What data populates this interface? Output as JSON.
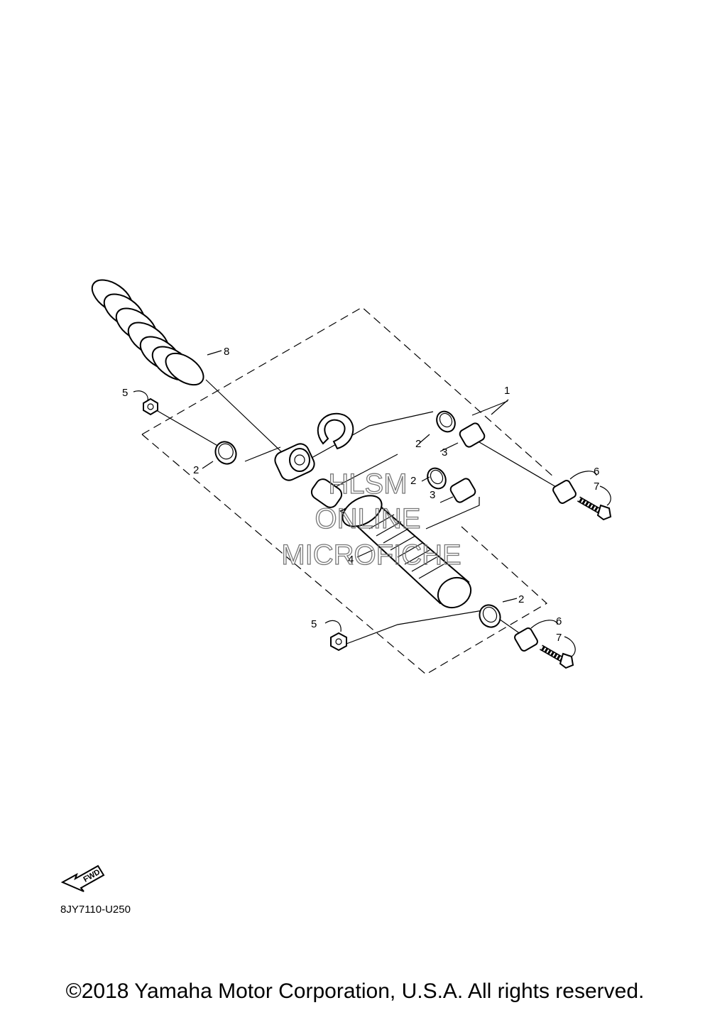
{
  "diagram": {
    "callouts": [
      {
        "id": "c1",
        "text": "1"
      },
      {
        "id": "c2a",
        "text": "2"
      },
      {
        "id": "c2b",
        "text": "2"
      },
      {
        "id": "c2c",
        "text": "2"
      },
      {
        "id": "c2d",
        "text": "2"
      },
      {
        "id": "c3a",
        "text": "3"
      },
      {
        "id": "c3b",
        "text": "3"
      },
      {
        "id": "c4",
        "text": "4"
      },
      {
        "id": "c5a",
        "text": "5"
      },
      {
        "id": "c5b",
        "text": "5"
      },
      {
        "id": "c6a",
        "text": "6"
      },
      {
        "id": "c6b",
        "text": "6"
      },
      {
        "id": "c7a",
        "text": "7"
      },
      {
        "id": "c7b",
        "text": "7"
      },
      {
        "id": "c8",
        "text": "8"
      }
    ],
    "fwd_label": "FWD",
    "diagram_code": "8JY7110-U250",
    "watermark": [
      "HLSM",
      "ONLINE",
      "MICROFICHE"
    ]
  },
  "footer": {
    "copyright": "©2018 Yamaha Motor Corporation, U.S.A. All rights reserved."
  }
}
